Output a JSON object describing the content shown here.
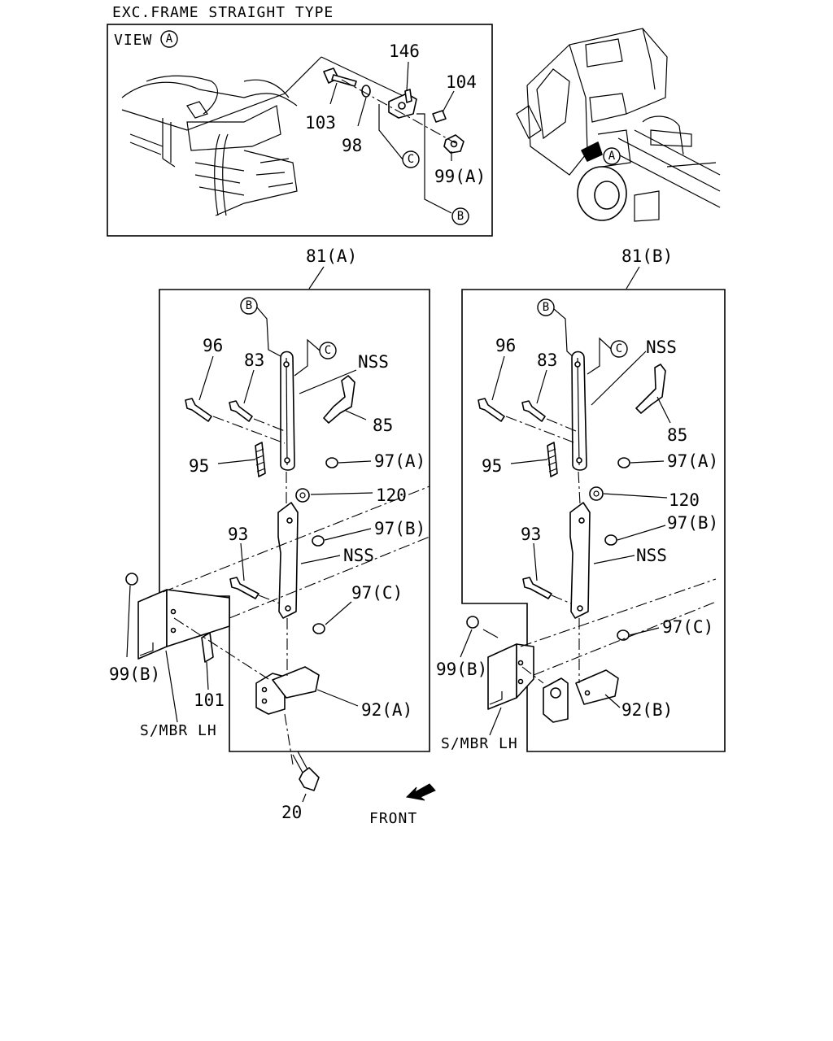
{
  "header": {
    "title": "EXC.FRAME STRAIGHT TYPE"
  },
  "view_inset": {
    "view_label": "VIEW",
    "view_ref": "A",
    "parts": [
      "146",
      "104",
      "103",
      "98",
      "99(A)"
    ],
    "refs": [
      "C",
      "B"
    ]
  },
  "truck_view": {
    "ref": "A"
  },
  "assembly_a": {
    "title": "81(A)",
    "ref_b": "B",
    "ref_c": "C",
    "labels": [
      "96",
      "83",
      "NSS",
      "85",
      "95",
      "97(A)",
      "120",
      "93",
      "97(B)",
      "NSS",
      "97(C)",
      "99(B)",
      "101",
      "92(A)",
      "S/MBR LH",
      "20"
    ]
  },
  "assembly_b": {
    "title": "81(B)",
    "ref_b": "B",
    "ref_c": "C",
    "labels": [
      "96",
      "83",
      "NSS",
      "85",
      "95",
      "97(A)",
      "120",
      "97(B)",
      "93",
      "NSS",
      "97(C)",
      "99(B)",
      "92(B)",
      "S/MBR LH"
    ]
  },
  "front_label": "FRONT"
}
